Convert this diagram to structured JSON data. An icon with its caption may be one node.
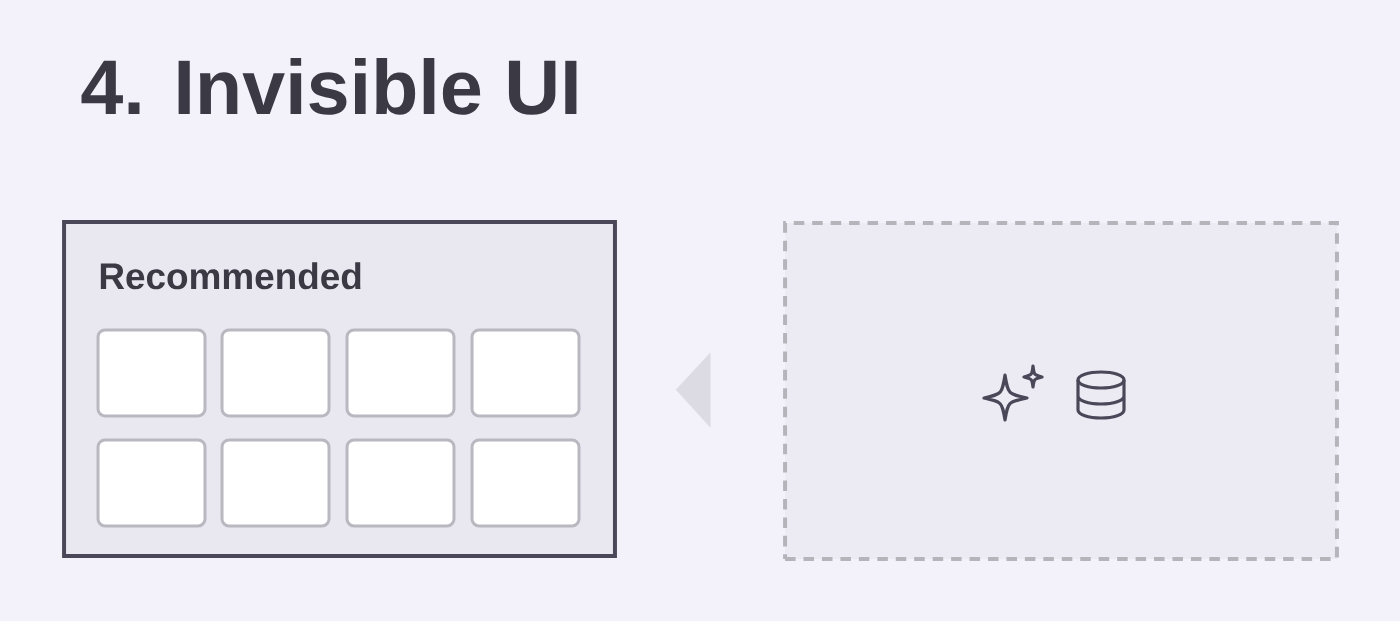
{
  "diagram": {
    "title": "4. Invisible UI",
    "nodes": [
      {
        "text": [
          "Recommended"
        ]
      },
      {
        "text": [],
        "shape": "box",
        "in": 0
      },
      {
        "text": [],
        "shape": "box",
        "in": 0
      },
      {
        "text": [],
        "shape": "box",
        "in": 0
      },
      {
        "text": [],
        "shape": "box",
        "in": 0
      },
      {
        "text": [],
        "shape": "box",
        "in": 0
      },
      {
        "text": [],
        "shape": "box",
        "in": 0
      },
      {
        "text": [],
        "shape": "box",
        "in": 0
      },
      {
        "text": [],
        "shape": "box",
        "in": 0
      },
      {
        "text": [],
        "shape": "box"
      }
    ],
    "edges": [
      {
        "from": 9,
        "to": 0,
        "arrow": "to"
      }
    ]
  }
}
